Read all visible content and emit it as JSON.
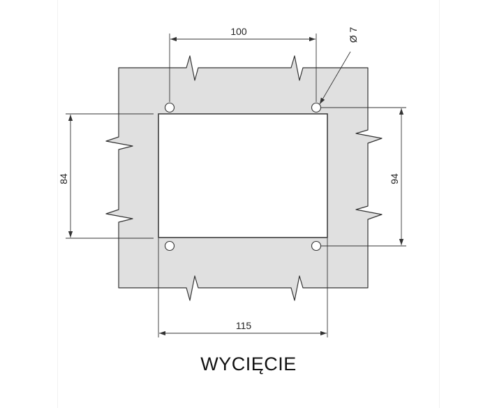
{
  "colors": {
    "plate_fill": "#e0e0e0",
    "outline": "#333333",
    "dimension_line": "#333333",
    "background": "#ffffff"
  },
  "dimensions": {
    "top_hole_spacing": "100",
    "hole_diameter": "Ø 7",
    "cutout_height": "84",
    "hole_vertical_spacing": "94",
    "cutout_width": "115"
  },
  "caption": "WYCIĘCIE"
}
